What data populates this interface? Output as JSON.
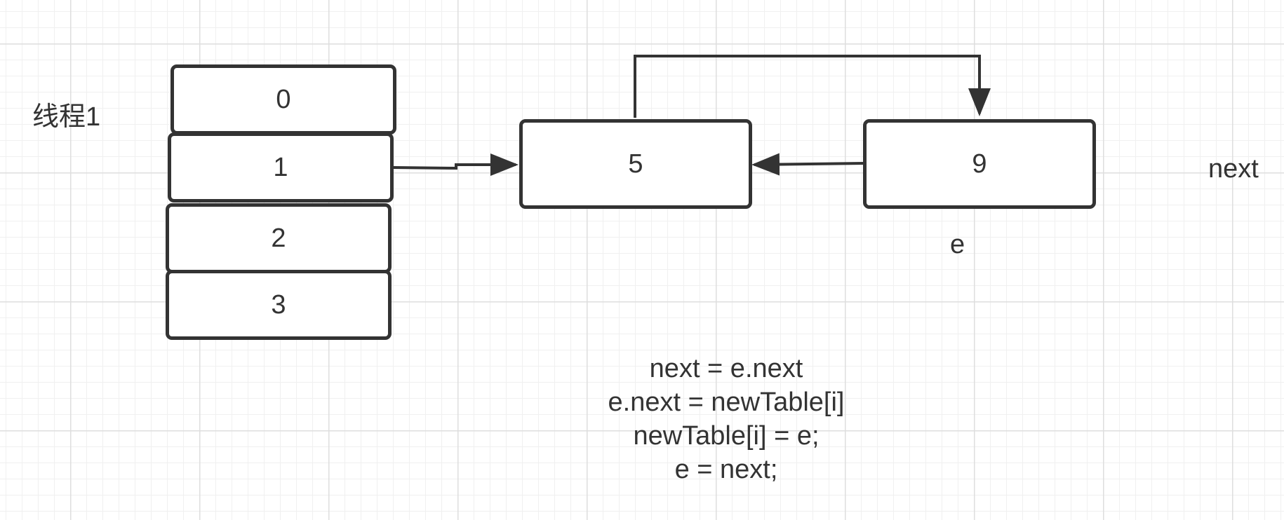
{
  "diagram": {
    "thread_label": "线程1",
    "table_cells": [
      "0",
      "1",
      "2",
      "3"
    ],
    "nodes": {
      "node_5": "5",
      "node_9": "9"
    },
    "pointer_labels": {
      "next": "next",
      "e": "e"
    },
    "code_lines": [
      "next = e.next",
      "e.next = newTable[i]",
      "newTable[i] = e;",
      "e = next;"
    ]
  }
}
